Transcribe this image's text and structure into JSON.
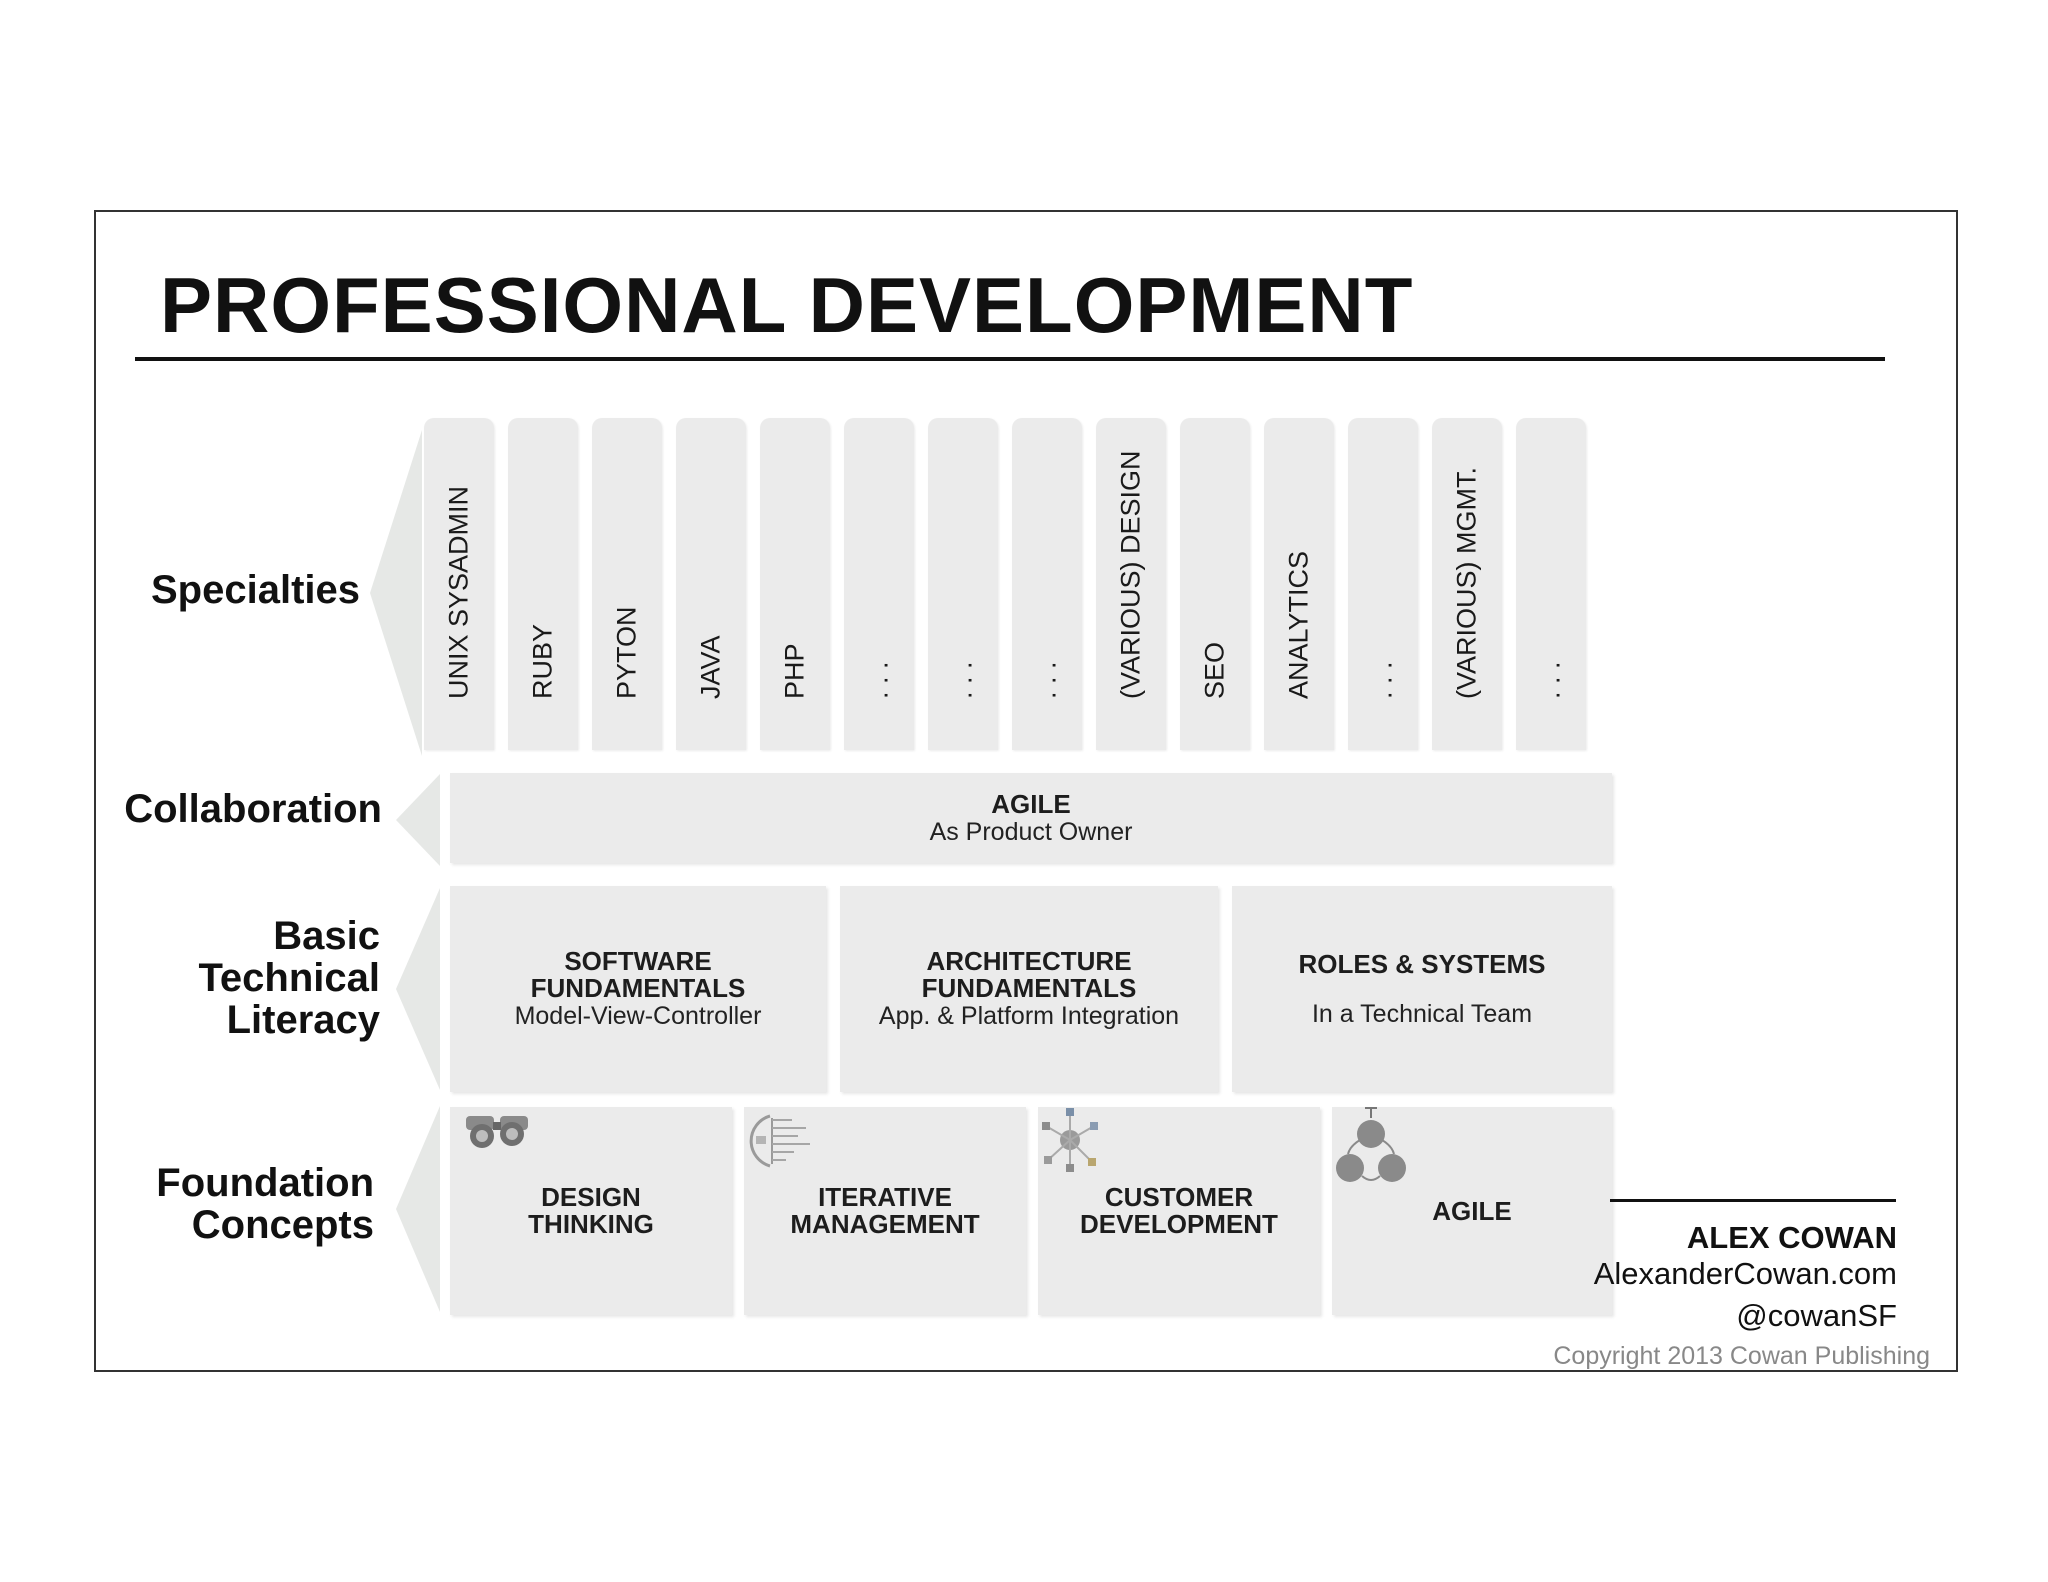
{
  "title": "PROFESSIONAL DEVELOPMENT",
  "rows": {
    "specialties": "Specialties",
    "collaboration": "Collaboration",
    "basic_technical_literacy": "Basic\nTechnical\nLiteracy",
    "foundation_concepts": "Foundation\nConcepts"
  },
  "specialties": [
    "UNIX SYSADMIN",
    "RUBY",
    "PYTON",
    "JAVA",
    "PHP",
    ". . .",
    ". . .",
    ". . .",
    "(VARIOUS) DESIGN",
    "SEO",
    "ANALYTICS",
    ". . .",
    "(VARIOUS) MGMT.",
    ". . ."
  ],
  "collaboration": {
    "title": "AGILE",
    "subtitle": "As Product Owner"
  },
  "technical": [
    {
      "title": "SOFTWARE\nFUNDAMENTALS",
      "subtitle": "Model-View-Controller"
    },
    {
      "title": "ARCHITECTURE\nFUNDAMENTALS",
      "subtitle": "App. & Platform Integration"
    },
    {
      "title": "ROLES & SYSTEMS",
      "subtitle": "In a Technical Team"
    }
  ],
  "foundation": [
    {
      "title": "DESIGN\nTHINKING",
      "icon": "binoculars-icon"
    },
    {
      "title": "ITERATIVE\nMANAGEMENT",
      "icon": "tree-chart-icon"
    },
    {
      "title": "CUSTOMER\nDEVELOPMENT",
      "icon": "hub-diagram-icon"
    },
    {
      "title": "AGILE",
      "icon": "cycle-diagram-icon"
    }
  ],
  "author": {
    "name": "ALEX COWAN",
    "site": "AlexanderCowan.com",
    "handle": "@cowanSF"
  },
  "copyright": "Copyright 2013 Cowan Publishing",
  "colors": {
    "block_fill": "#ebebeb",
    "arrow_fill": "#e6e8e6",
    "text": "#111111",
    "muted": "#888888"
  }
}
